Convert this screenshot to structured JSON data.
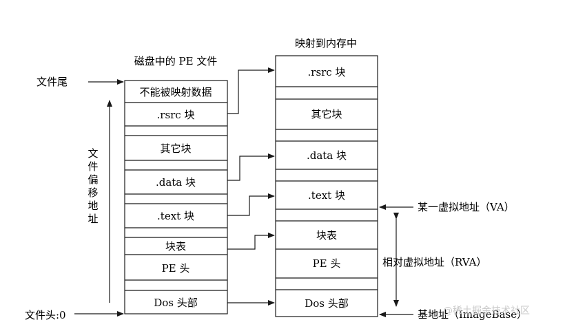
{
  "disk": {
    "title": "磁盘中的 PE 文件",
    "blocks": [
      "不能被映射数据",
      ".rsrc 块",
      "其它块",
      ".data 块",
      ".text 块",
      "块表",
      "PE 头",
      "Dos 头部"
    ]
  },
  "memory": {
    "title": "映射到内存中",
    "blocks": [
      ".rsrc 块",
      "其它块",
      ".data 块",
      ".text 块",
      "块表",
      "PE 头",
      "Dos  头部"
    ]
  },
  "labels": {
    "file_end": "文件尾",
    "file_start": "文件头:0",
    "file_offset": "文件偏移地址",
    "va": "某一虚拟地址（VA）",
    "rva": "相对虚拟地址（RVA）",
    "image_base": "基地址（ImageBase）"
  },
  "watermark": "@稀土掘金技术社区",
  "colors": {
    "line": "#1a1a1a",
    "box_fill": "#ffffff",
    "watermark": "#c9c9c9"
  }
}
